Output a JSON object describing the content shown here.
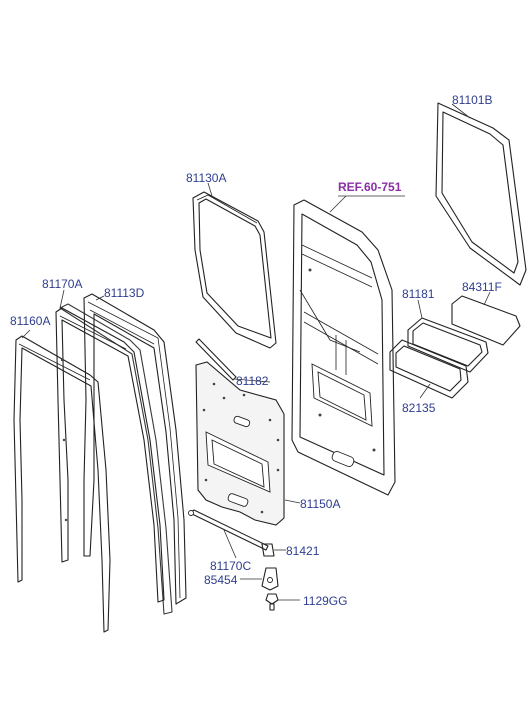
{
  "diagram": {
    "reference": "REF.60-751",
    "part_labels": {
      "p81101B": "81101B",
      "p81130A": "81130A",
      "p81170A": "81170A",
      "p81113D": "81113D",
      "p81160A": "81160A",
      "p81181": "81181",
      "p84311F": "84311F",
      "p81182": "81182",
      "p82135": "82135",
      "p81150A": "81150A",
      "p81170C": "81170C",
      "p81421": "81421",
      "p85454": "85454",
      "p1129GG": "1129GG"
    }
  },
  "colors": {
    "label_text": "#2f3d8e",
    "reference_text": "#8a2fa6",
    "line_art": "#222222"
  }
}
